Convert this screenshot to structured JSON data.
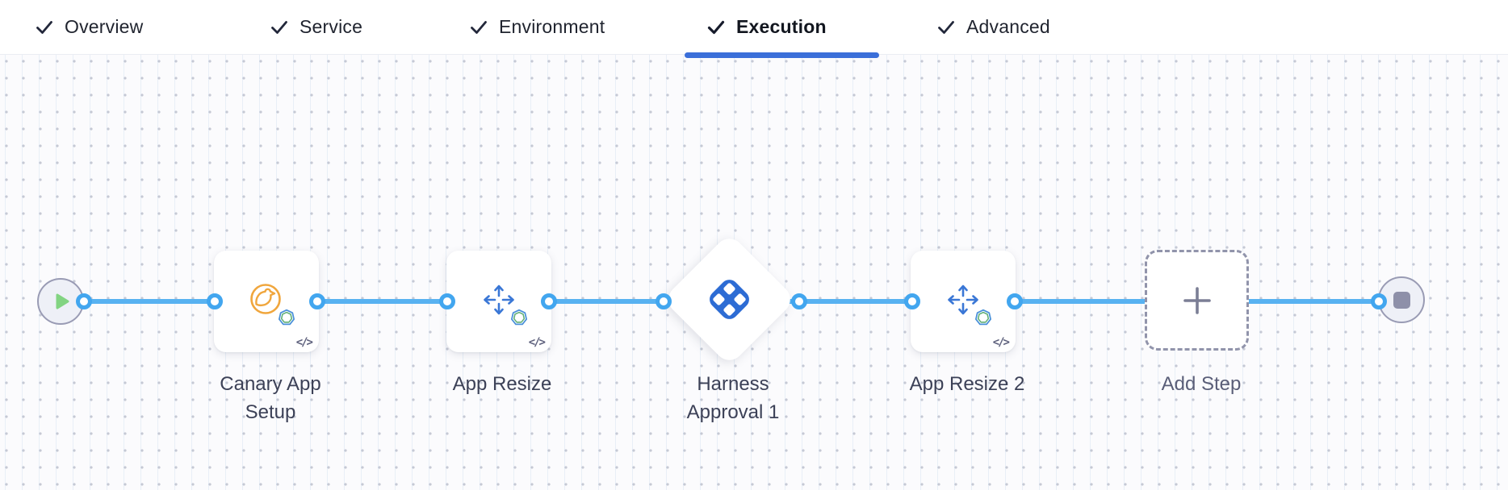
{
  "tabs": {
    "items": [
      {
        "label": "Overview",
        "completed": true,
        "active": false
      },
      {
        "label": "Service",
        "completed": true,
        "active": false
      },
      {
        "label": "Environment",
        "completed": true,
        "active": false
      },
      {
        "label": "Execution",
        "completed": true,
        "active": true
      },
      {
        "label": "Advanced",
        "completed": true,
        "active": false
      }
    ],
    "active_tab": "Execution"
  },
  "pipeline": {
    "nodes": [
      {
        "type": "start",
        "icon": "play-icon"
      },
      {
        "type": "step",
        "label": "Canary App Setup",
        "lines": [
          "Canary App",
          "Setup"
        ],
        "icon": "canary-icon",
        "has_code_badge": true
      },
      {
        "type": "step",
        "label": "App Resize",
        "lines": [
          "App Resize"
        ],
        "icon": "resize-arrows-icon",
        "has_code_badge": true
      },
      {
        "type": "approval",
        "label": "Harness Approval 1",
        "lines": [
          "Harness",
          "Approval 1"
        ],
        "icon": "harness-logo-icon"
      },
      {
        "type": "step",
        "label": "App Resize 2",
        "lines": [
          "App Resize 2"
        ],
        "icon": "resize-arrows-icon",
        "has_code_badge": true
      },
      {
        "type": "add",
        "label": "Add Step",
        "lines": [
          "Add Step"
        ],
        "icon": "plus-icon"
      },
      {
        "type": "end",
        "icon": "stop-icon"
      }
    ],
    "code_badge_glyph": "</>"
  },
  "colors": {
    "active_tab_underline": "#3b6fd9",
    "connector_blue": "#58b2f1",
    "port_ring_blue": "#42a6ef",
    "canary_orange": "#f0a63d",
    "resize_arrow_blue": "#3a77d6",
    "harness_logo_blue": "#2d6cd4",
    "play_green": "#82d482",
    "stop_gray": "#8e90a9",
    "canvas_bg": "#fbfbfd"
  }
}
